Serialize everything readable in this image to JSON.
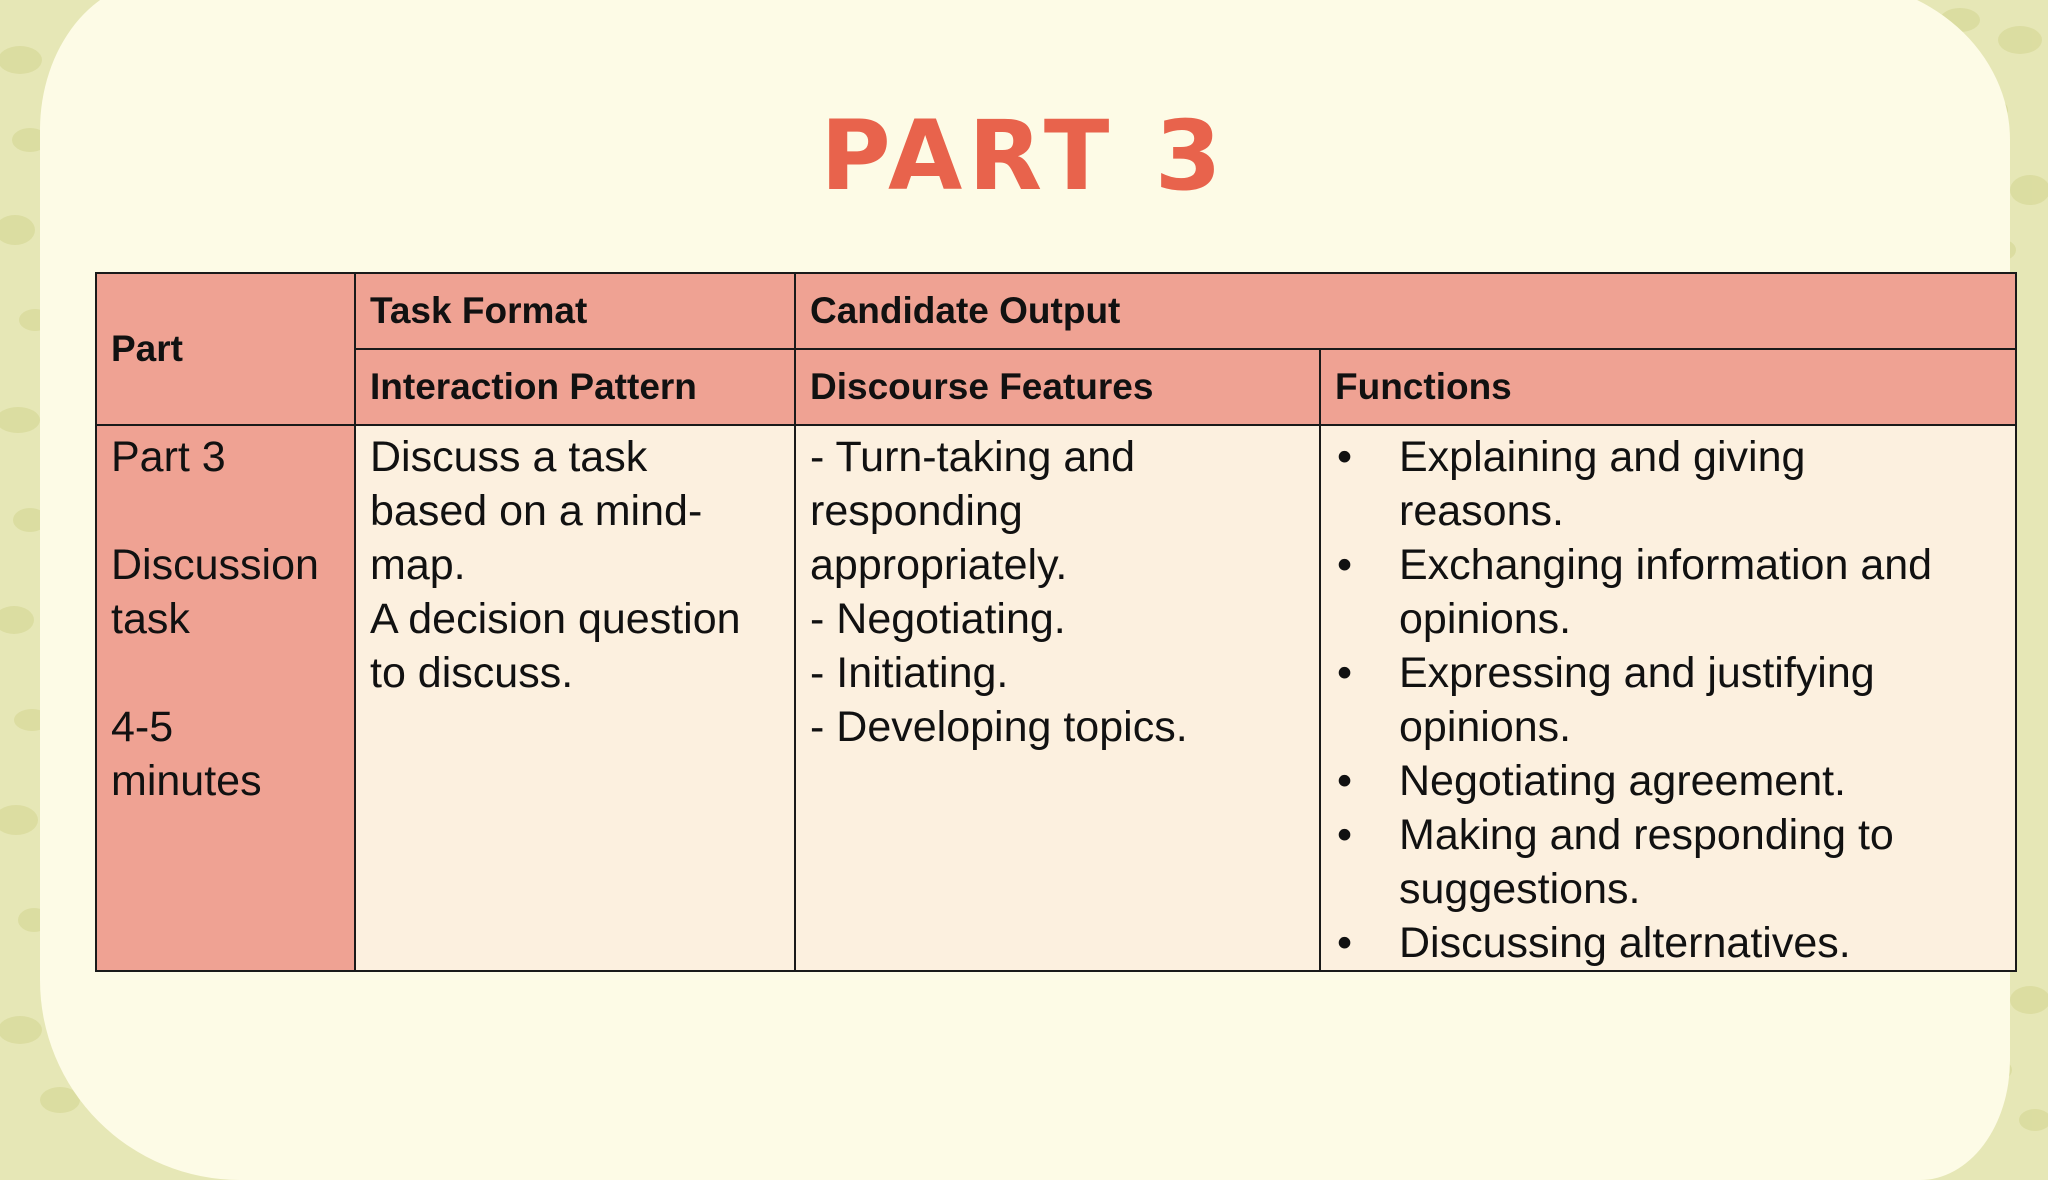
{
  "title": "PART 3",
  "table": {
    "headers": {
      "part": "Part",
      "task_format": "Task Format",
      "candidate_output": "Candidate Output",
      "interaction_pattern": "Interaction Pattern",
      "discourse_features": "Discourse Features",
      "functions": "Functions"
    },
    "row": {
      "part_lines": [
        "Part 3",
        "",
        "Discussion",
        "task",
        "",
        "4-5",
        "minutes"
      ],
      "interaction_lines": [
        "Discuss a task",
        "based on a mind-",
        "map.",
        "A decision question",
        "to discuss."
      ],
      "discourse_lines": [
        "- Turn-taking and",
        "responding",
        "appropriately.",
        "- Negotiating.",
        "- Initiating.",
        "- Developing topics."
      ],
      "functions": [
        [
          "Explaining and giving",
          "reasons."
        ],
        [
          "Exchanging information and",
          "opinions."
        ],
        [
          "Expressing and justifying",
          "opinions."
        ],
        [
          "Negotiating agreement."
        ],
        [
          "Making and responding to",
          "suggestions."
        ],
        [
          "Discussing alternatives."
        ]
      ],
      "bullet_char": "•"
    }
  },
  "colors": {
    "title": "#e8634c",
    "header_fill": "#efa293",
    "body_fill": "#fcf0df",
    "card": "#fdfbe6",
    "background": "#e6e7b6"
  }
}
